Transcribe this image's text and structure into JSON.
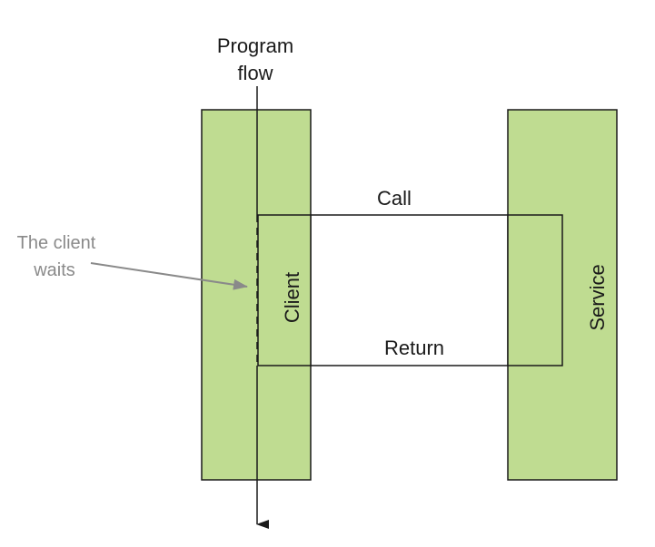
{
  "program_flow": {
    "line1": "Program",
    "line2": "flow"
  },
  "client": {
    "label": "Client"
  },
  "service": {
    "label": "Service"
  },
  "call": {
    "label": "Call"
  },
  "return": {
    "label": "Return"
  },
  "wait_note": {
    "line1": "The client",
    "line2": "waits"
  },
  "colors": {
    "box_fill": "#bfdc91",
    "stroke": "#1a1a1a",
    "annotation": "#8a8a8a"
  }
}
